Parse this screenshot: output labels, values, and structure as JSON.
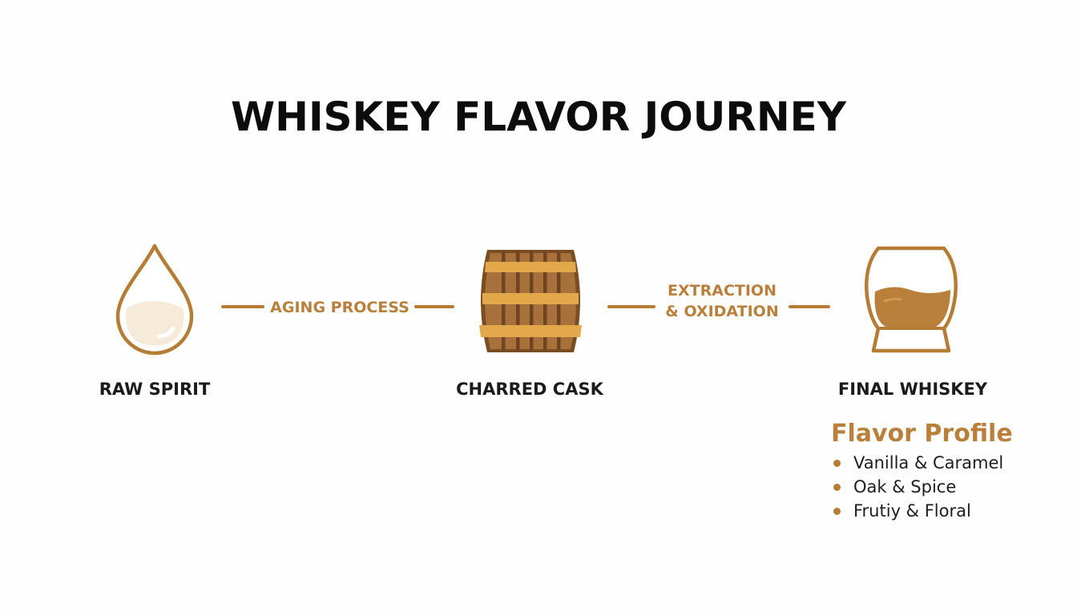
{
  "title": "WHISKEY FLAVOR JOURNEY",
  "stages": [
    {
      "label": "RAW SPIRIT",
      "icon": "droplet-icon"
    },
    {
      "label": "CHARRED CASK",
      "icon": "barrel-icon"
    },
    {
      "label": "FINAL WHISKEY",
      "icon": "whiskey-glass-icon"
    }
  ],
  "processes": [
    {
      "label": "AGING PROCESS"
    },
    {
      "line1": "EXTRACTION",
      "line2": "& OXIDATION"
    }
  ],
  "flavor_profile": {
    "title": "Flavor Profile",
    "items": [
      "Vanilla & Caramel",
      "Oak & Spice",
      "Frutiy & Floral"
    ]
  },
  "colors": {
    "accent": "#b57c36",
    "accent_text": "#b9803c",
    "barrel_wood": "#a8703a",
    "barrel_dark": "#7a4d22",
    "barrel_band": "#e3a84a",
    "whiskey": "#b9803c",
    "spirit": "#f6ead8"
  }
}
